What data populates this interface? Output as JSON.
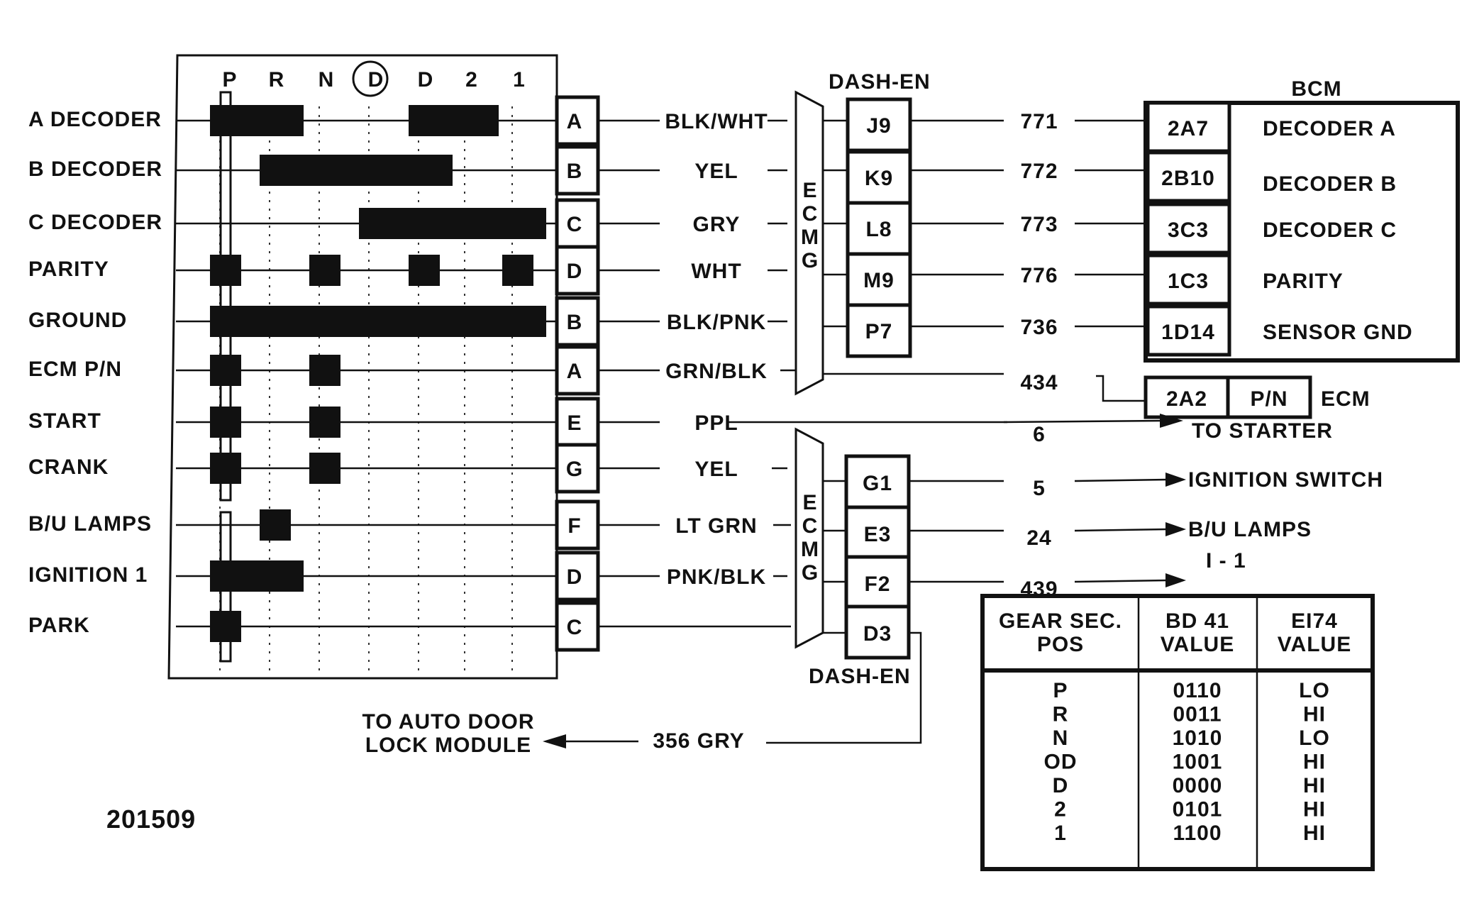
{
  "switch_positions": [
    "P",
    "R",
    "N",
    "D",
    "D",
    "2",
    "1"
  ],
  "circled_position_index": 3,
  "rows": [
    {
      "label": "A DECODER",
      "pin": "A",
      "wire": "BLK/WHT",
      "contacts": [
        [
          0,
          1
        ],
        [
          4,
          5
        ]
      ]
    },
    {
      "label": "B DECODER",
      "pin": "B",
      "wire": "YEL",
      "contacts": [
        [
          1,
          4
        ]
      ]
    },
    {
      "label": "C DECODER",
      "pin": "C",
      "wire": "GRY",
      "contacts": [
        [
          3,
          6
        ]
      ]
    },
    {
      "label": "PARITY",
      "pin": "D",
      "wire": "WHT",
      "contacts": [
        [
          0,
          0
        ],
        [
          2,
          2
        ],
        [
          4,
          4
        ],
        [
          6,
          6
        ]
      ]
    },
    {
      "label": "GROUND",
      "pin": "B",
      "wire": "BLK/PNK",
      "contacts": [
        [
          0,
          6
        ]
      ]
    },
    {
      "label": "ECM P/N",
      "pin": "A",
      "wire": "GRN/BLK",
      "contacts": [
        [
          0,
          0
        ],
        [
          2,
          2
        ]
      ]
    },
    {
      "label": "START",
      "pin": "E",
      "wire": "PPL",
      "contacts": [
        [
          0,
          0
        ],
        [
          2,
          2
        ]
      ]
    },
    {
      "label": "CRANK",
      "pin": "G",
      "wire": "YEL",
      "contacts": [
        [
          0,
          0
        ],
        [
          2,
          2
        ]
      ]
    },
    {
      "label": "B/U LAMPS",
      "pin": "F",
      "wire": "LT GRN",
      "contacts": [
        [
          1,
          1
        ]
      ]
    },
    {
      "label": "IGNITION 1",
      "pin": "D",
      "wire": "PNK/BLK",
      "contacts": [
        [
          0,
          1
        ]
      ]
    },
    {
      "label": "PARK",
      "pin": "C",
      "wire": "",
      "contacts": [
        [
          0,
          0
        ]
      ]
    }
  ],
  "connector_upper": {
    "title": "DASH-EN",
    "name": "ECMG",
    "pins": [
      "J9",
      "K9",
      "L8",
      "M9",
      "P7"
    ],
    "circuits": [
      "771",
      "772",
      "773",
      "776",
      "736"
    ]
  },
  "bcm": {
    "title": "BCM",
    "pins": [
      "2A7",
      "2B10",
      "3C3",
      "1C3",
      "1D14"
    ],
    "functions": [
      "DECODER A",
      "DECODER B",
      "DECODER C",
      "PARITY",
      "SENSOR GND"
    ]
  },
  "ecm_pn": {
    "circuit": "434",
    "pin": "2A2",
    "function": "P/N",
    "label": "ECM"
  },
  "starter": {
    "circuit": "6",
    "label": "TO STARTER"
  },
  "connector_lower": {
    "title": "DASH-EN",
    "name": "ECMG",
    "pins": [
      "G1",
      "E3",
      "F2",
      "D3"
    ],
    "circuits": [
      "5",
      "24",
      "439"
    ],
    "destinations": [
      "IGNITION SWITCH",
      "B/U LAMPS",
      "I - 1"
    ]
  },
  "door_lock": {
    "line1": "TO AUTO DOOR",
    "line2": "LOCK MODULE",
    "circuit": "356 GRY"
  },
  "figure_id": "201509",
  "gear_table": {
    "headers": [
      [
        "GEAR SEC.",
        "POS"
      ],
      [
        "BD 41",
        "VALUE"
      ],
      [
        "EI74",
        "VALUE"
      ]
    ],
    "rows": [
      [
        "P",
        "0110",
        "LO"
      ],
      [
        "R",
        "0011",
        "HI"
      ],
      [
        "N",
        "1010",
        "LO"
      ],
      [
        "OD",
        "1001",
        "HI"
      ],
      [
        "D",
        "0000",
        "HI"
      ],
      [
        "2",
        "0101",
        "HI"
      ],
      [
        "1",
        "1100",
        "HI"
      ]
    ]
  }
}
